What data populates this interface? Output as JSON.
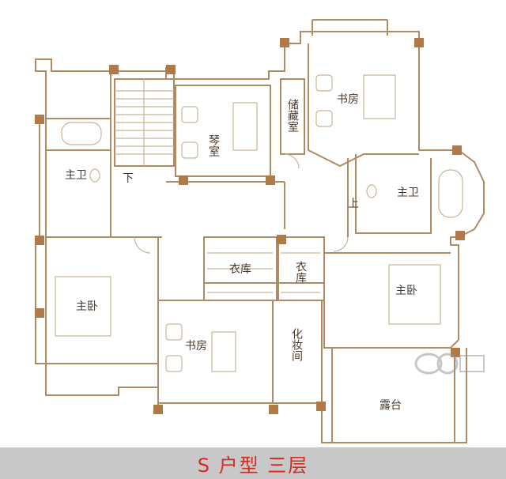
{
  "rooms": {
    "qin_shi": "琴室",
    "chu_cang_shi": "储藏室",
    "shu_fang_top": "书房",
    "zhu_wei_left": "主卫",
    "zhu_wei_right": "主卫",
    "xia": "下",
    "shang": "上",
    "yi_ku_left": "衣库",
    "yi_ku_right": "衣库",
    "zhu_wo_left": "主卧",
    "zhu_wo_right": "主卧",
    "shu_fang_bottom": "书房",
    "hua_zhuang_jian": "化妆间",
    "lu_tai": "露台"
  },
  "footer": {
    "title": "S 户型  三层"
  },
  "colors": {
    "wall": "#b08a63",
    "column": "#b07a48",
    "line": "#c9b49a",
    "text": "#4a3a2c",
    "footer_bg": "#c8c8c8",
    "footer_text": "#d42a1e"
  }
}
